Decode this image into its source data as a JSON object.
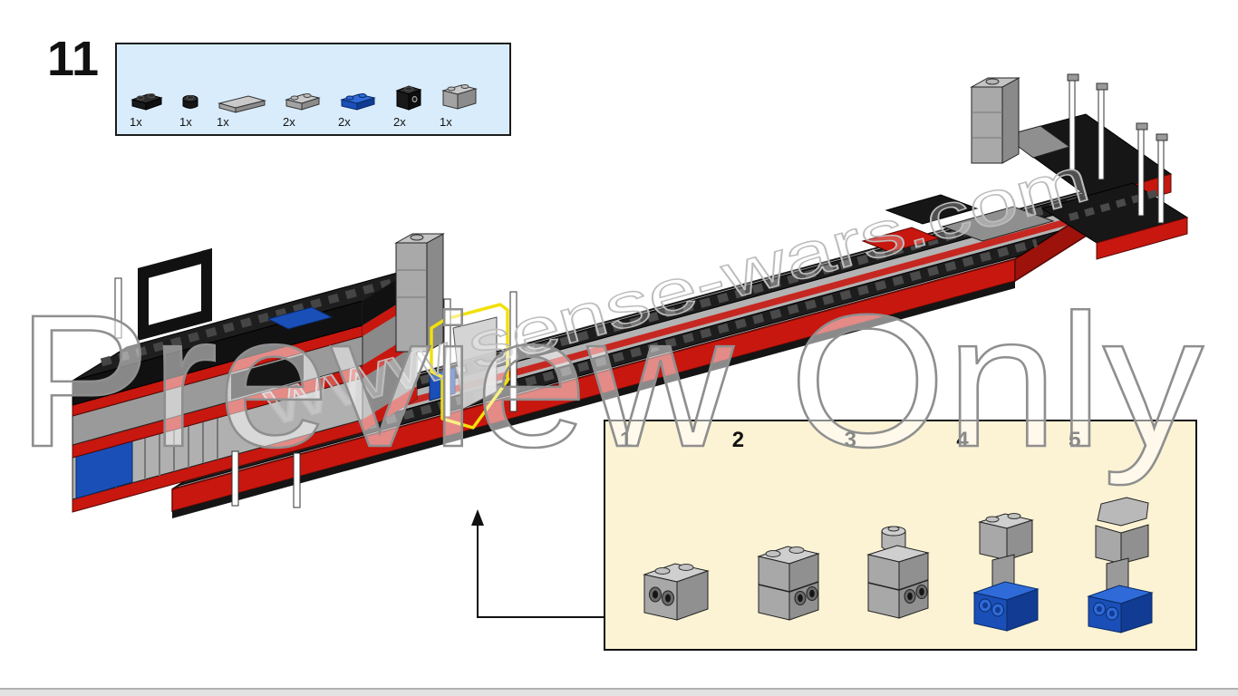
{
  "page": {
    "step_number": "11",
    "watermark": "Preview Only",
    "watermark_url": "www.sense-wars.com"
  },
  "parts_panel": {
    "parts": [
      {
        "icon": "black-plate-1x2-icon",
        "count": "1x"
      },
      {
        "icon": "black-round-plate-1x1-icon",
        "count": "1x"
      },
      {
        "icon": "gray-tile-1x3-icon",
        "count": "1x"
      },
      {
        "icon": "gray-plate-1x2-icon",
        "count": "2x"
      },
      {
        "icon": "blue-plate-1x2-icon",
        "count": "2x"
      },
      {
        "icon": "black-brick-1x1-side-hole-icon",
        "count": "2x"
      },
      {
        "icon": "gray-brick-1x2-icon",
        "count": "1x"
      }
    ]
  },
  "callout": {
    "steps": [
      {
        "number": "1"
      },
      {
        "number": "2"
      },
      {
        "number": "3"
      },
      {
        "number": "4"
      },
      {
        "number": "5"
      }
    ]
  },
  "colors": {
    "lego_red": "#c8170f",
    "lego_blue": "#1a4fb8",
    "lego_gray": "#a5a5a5",
    "lego_black": "#1d1d1d",
    "parts_panel_bg": "#d9ecfb",
    "callout_bg": "#fcf3d4",
    "highlight_yellow": "#f2e00a"
  }
}
